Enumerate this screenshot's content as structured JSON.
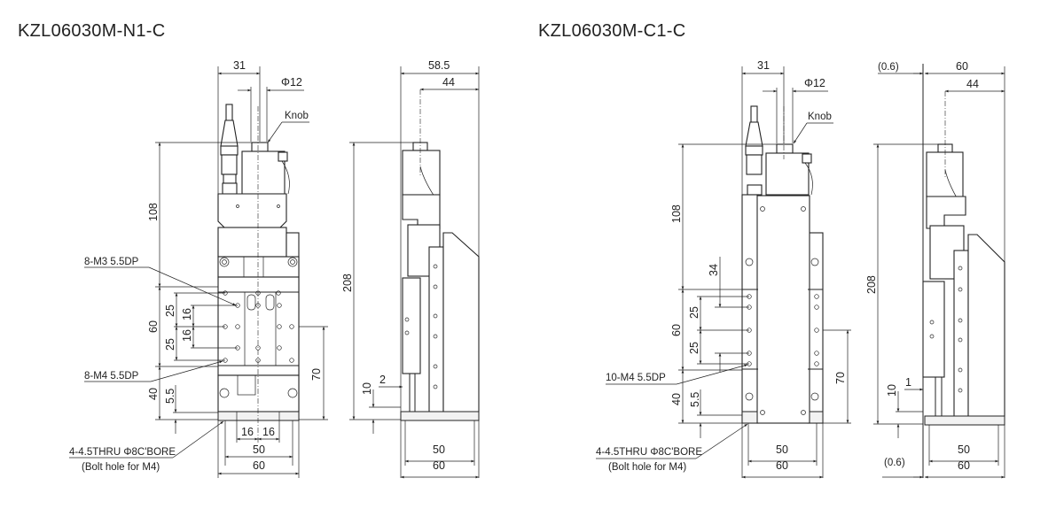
{
  "models": [
    {
      "title": "KZL06030M-N1-C",
      "dims": {
        "w31": "31",
        "phi12": "Φ12",
        "knob": "Knob",
        "h108": "108",
        "h60": "60",
        "h25a": "25",
        "h25b": "25",
        "h16a": "16",
        "h16b": "16",
        "h40": "40",
        "h5_5": "5.5",
        "h70": "70",
        "b16a": "16",
        "b16b": "16",
        "b50": "50",
        "b60": "60",
        "side_w": "58.5",
        "side_44": "44",
        "side_208": "208",
        "side_10": "10",
        "side_2": "2",
        "side_50": "50",
        "side_60": "60"
      },
      "callouts": {
        "m3": "8-M3 5.5DP",
        "m4": "8-M4 5.5DP",
        "thru": "4-4.5THRU Φ8C'BORE",
        "bolt": "(Bolt hole for M4)"
      }
    },
    {
      "title": "KZL06030M-C1-C",
      "dims": {
        "w31": "31",
        "phi12": "Φ12",
        "knob": "Knob",
        "h108": "108",
        "h34": "34",
        "h60": "60",
        "h25a": "25",
        "h25b": "25",
        "h40": "40",
        "h5_5": "5.5",
        "h70": "70",
        "b50": "50",
        "b60": "60",
        "side_off_top": "(0.6)",
        "side_w": "60",
        "side_44": "44",
        "side_208": "208",
        "side_10": "10",
        "side_1": "1",
        "side_off_bot": "(0.6)",
        "side_50": "50",
        "side_60": "60"
      },
      "callouts": {
        "m4": "10-M4 5.5DP",
        "thru": "4-4.5THRU Φ8C'BORE",
        "bolt": "(Bolt hole for M4)"
      }
    }
  ]
}
